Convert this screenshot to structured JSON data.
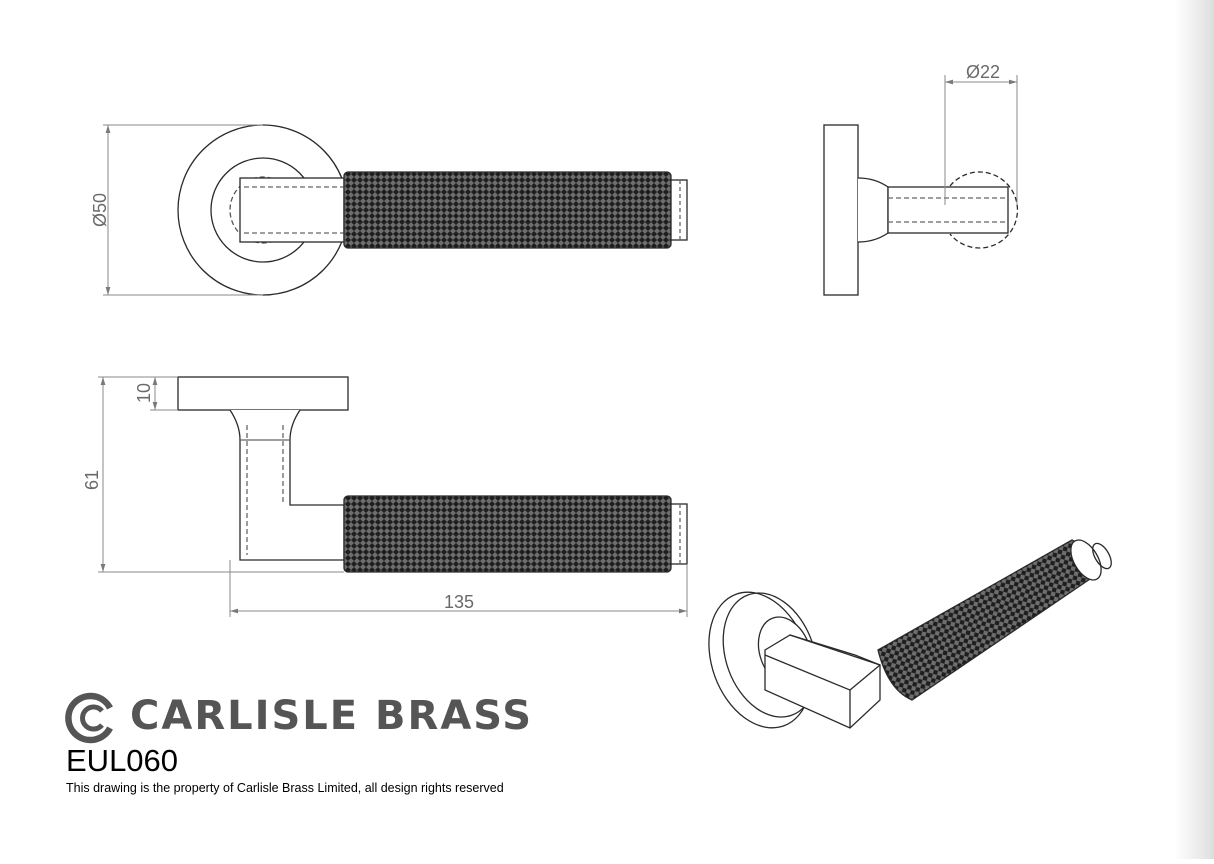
{
  "brand": {
    "name": "CARLISLE BRASS",
    "logo": "c-within-c-logo-icon",
    "color": "#555555"
  },
  "model": "EUL060",
  "rights_notice": "This drawing is the property of Carlisle Brass Limited, all design rights reserved",
  "dimensions": {
    "rose_diameter": "Ø50",
    "lever_diameter": "Ø22",
    "rose_thickness": "10",
    "projection": "61",
    "lever_length": "135"
  },
  "colors": {
    "line": "#2a2a2a",
    "dimension_line": "#8a8a8a",
    "knurl": "#1e1e1e"
  }
}
